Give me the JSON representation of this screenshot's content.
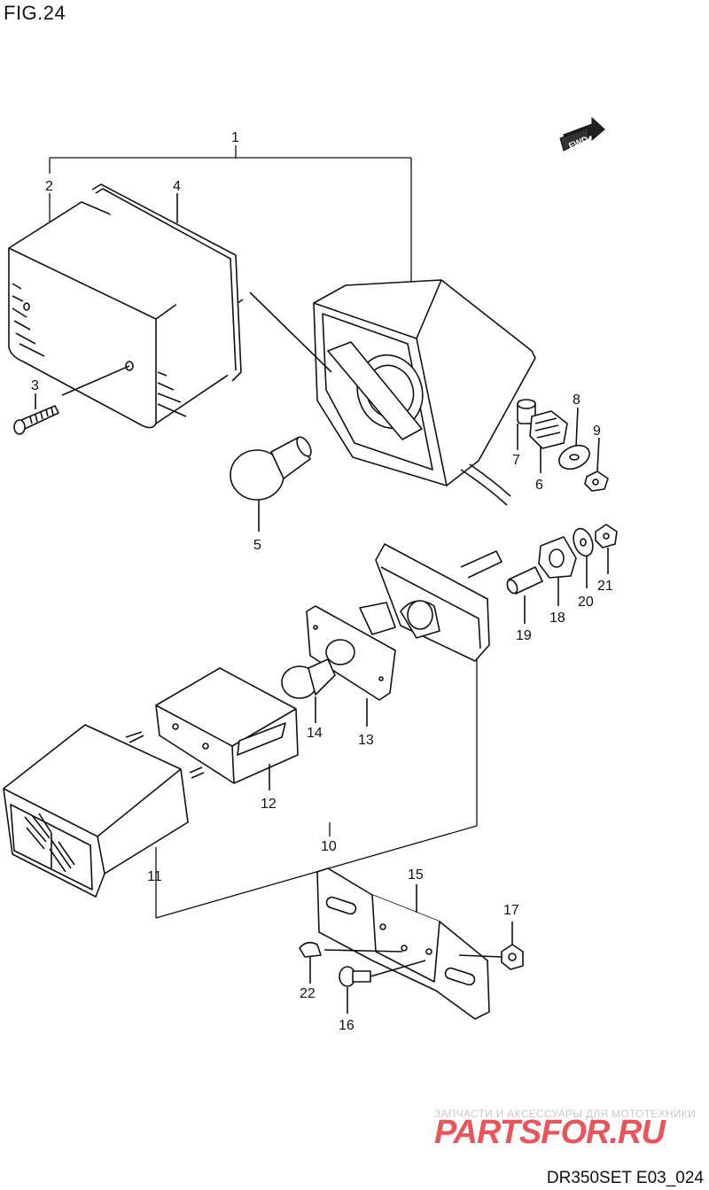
{
  "figure_title": "FIG.24",
  "diagram_code": "DR350SET E03_024",
  "fwd_label": "FWD",
  "watermark": {
    "tagline": "ЗАПЧАСТИ И АКСЕССУАРЫ ДЛЯ МОТОТЕХНИКИ",
    "logo": "PARTSFOR.RU",
    "logo_color": "#e8424a"
  },
  "callouts": {
    "p1": "1",
    "p2": "2",
    "p3": "3",
    "p4": "4",
    "p5": "5",
    "p6": "6",
    "p7": "7",
    "p8": "8",
    "p9": "9",
    "p10": "10",
    "p11": "11",
    "p12": "12",
    "p13": "13",
    "p14": "14",
    "p15": "15",
    "p16": "16",
    "p17": "17",
    "p18": "18",
    "p19": "19",
    "p20": "20",
    "p21": "21",
    "p22": "22"
  }
}
